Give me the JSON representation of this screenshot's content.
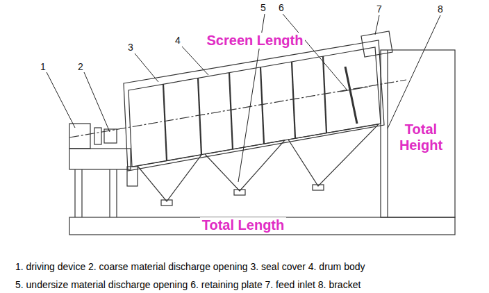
{
  "diagram": {
    "labels": [
      "1",
      "2",
      "3",
      "4",
      "5",
      "6",
      "7",
      "8",
      "Screen Length",
      "Total Height",
      "Total Length",
      "1. driving device 2. coarse material discharge opening 3. seal cover 4. drum body",
      "5. undersize material discharge opening 6. retaining plate 7. feed inlet 8. bracket"
    ]
  }
}
